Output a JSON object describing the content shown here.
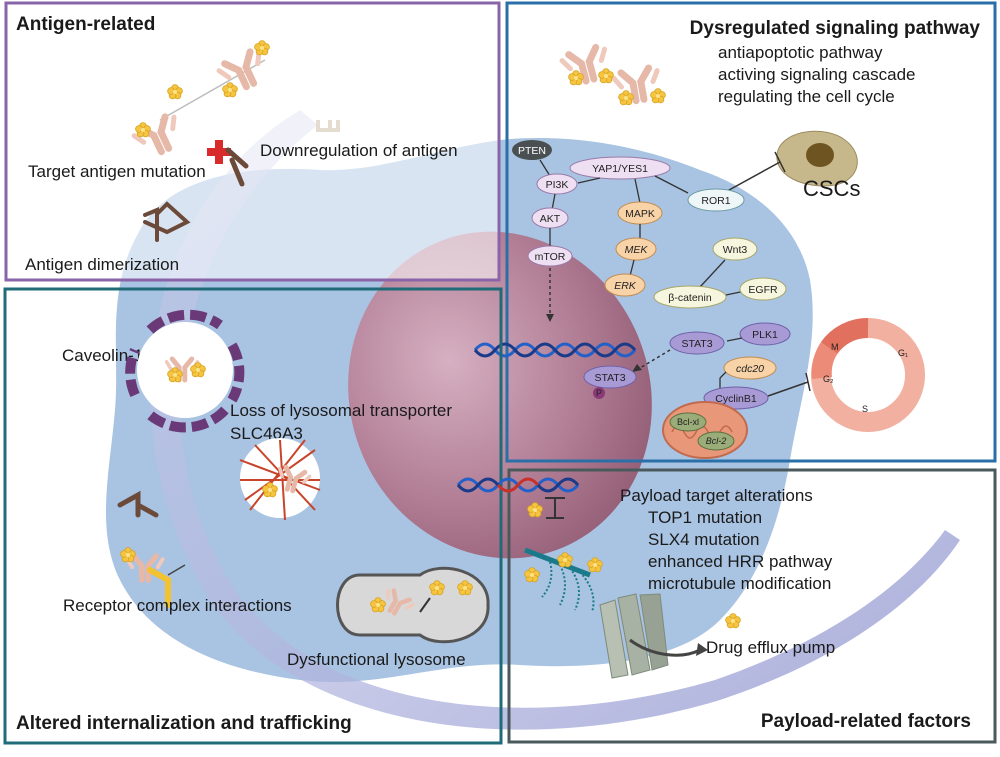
{
  "antigen": {
    "title": "Antigen-related",
    "target_mutation": "Target antigen mutation",
    "dimerization": "Antigen dimerization",
    "downregulation": "Downregulation of antigen"
  },
  "signaling": {
    "title": "Dysregulated signaling pathway",
    "lines": [
      "antiapoptotic pathway",
      "activing signaling cascade",
      "regulating the cell cycle"
    ],
    "cscs": "CSCs",
    "nodes": {
      "pten": "PTEN",
      "pi3k": "PI3K",
      "akt": "AKT",
      "mtor": "mTOR",
      "yap": "YAP1/YES1",
      "mapk": "MAPK",
      "mek": "MEK",
      "erk": "ERK",
      "ror1": "ROR1",
      "wnt3": "Wnt3",
      "bcat": "β-catenin",
      "egfr": "EGFR",
      "stat3": "STAT3",
      "stat3p": "STAT3",
      "p": "P",
      "plk1": "PLK1",
      "cdc20": "cdc20",
      "cyclinb1": "CyclinB1",
      "bclxl": "Bcl-xl",
      "bcl2": "Bcl-2"
    },
    "cycle": {
      "m": "M",
      "g1": "G₁",
      "g2": "G₂",
      "s": "S"
    }
  },
  "internalization": {
    "title": "Altered internalization and trafficking",
    "caveolin": "Caveolin-1",
    "loss_line1": "Loss of lysosomal transporter",
    "loss_line2": "SLC46A3",
    "receptor": "Receptor complex interactions",
    "dysfunctional": "Dysfunctional lysosome"
  },
  "payload": {
    "title": "Payload-related factors",
    "heading": "Payload target alterations",
    "lines": [
      "TOP1 mutation",
      "SLX4 mutation",
      "enhanced HRR pathway",
      "microtubule modification"
    ],
    "efflux": "Drug efflux pump"
  },
  "colors": {
    "antigen_border": "#8a64a8",
    "signaling_border": "#2a6fa8",
    "internalization_border": "#1f6b78",
    "payload_border": "#4a5a5c",
    "cell": "#a9c3e2",
    "nucleus": "#b47a92",
    "payload_drug": "#f5c542"
  }
}
